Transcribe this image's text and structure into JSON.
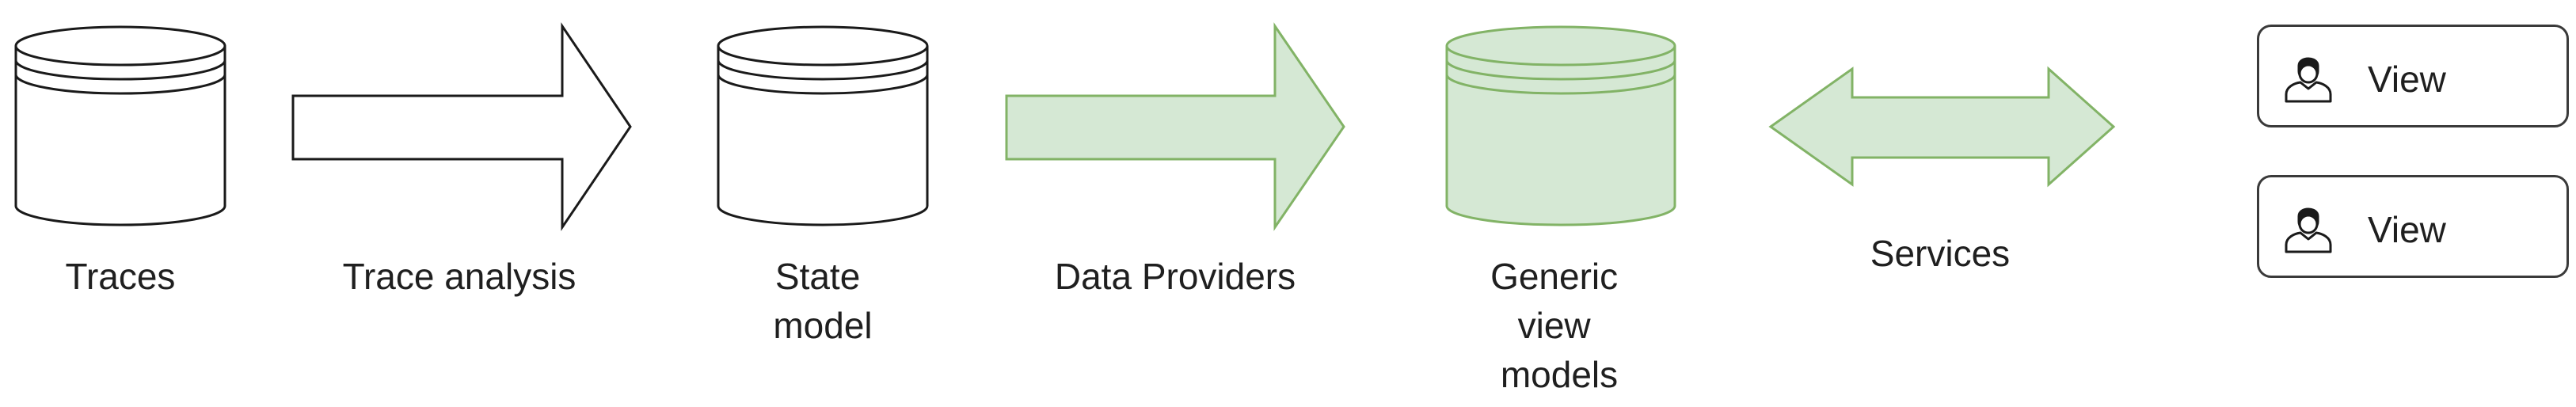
{
  "nodes": {
    "traces": {
      "label": "Traces"
    },
    "trace_analysis": {
      "label": "Trace analysis"
    },
    "state_model": {
      "label_lines": [
        "State",
        "model"
      ]
    },
    "data_providers": {
      "label": "Data Providers"
    },
    "generic_view_models": {
      "label_lines": [
        "Generic",
        "view",
        "models"
      ]
    },
    "services": {
      "label": "Services"
    }
  },
  "views": [
    {
      "label": "View",
      "icon": "user-icon"
    },
    {
      "label": "View",
      "icon": "user-icon"
    }
  ],
  "colors": {
    "outline": "#1a1a1a",
    "green_fill": "#d5e8d4",
    "green_stroke": "#82b366"
  }
}
